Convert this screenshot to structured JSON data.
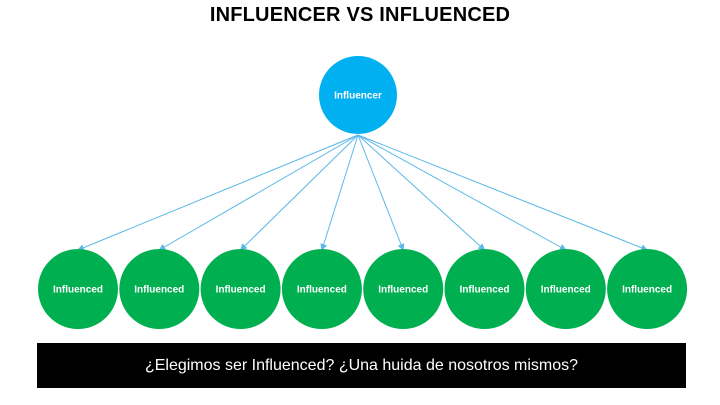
{
  "title": "INFLUENCER VS INFLUENCED",
  "diagram": {
    "source": {
      "label": "Influencer",
      "color": "#00B0F0"
    },
    "targets": [
      {
        "label": "Influenced"
      },
      {
        "label": "Influenced"
      },
      {
        "label": "Influenced"
      },
      {
        "label": "Influenced"
      },
      {
        "label": "Influenced"
      },
      {
        "label": "Influenced"
      },
      {
        "label": "Influenced"
      },
      {
        "label": "Influenced"
      }
    ],
    "target_color": "#00B050",
    "arrow_color": "#5BB8E8"
  },
  "banner": {
    "text": "¿Elegimos ser Influenced? ¿Una huida de nosotros mismos?",
    "background": "#000000"
  }
}
